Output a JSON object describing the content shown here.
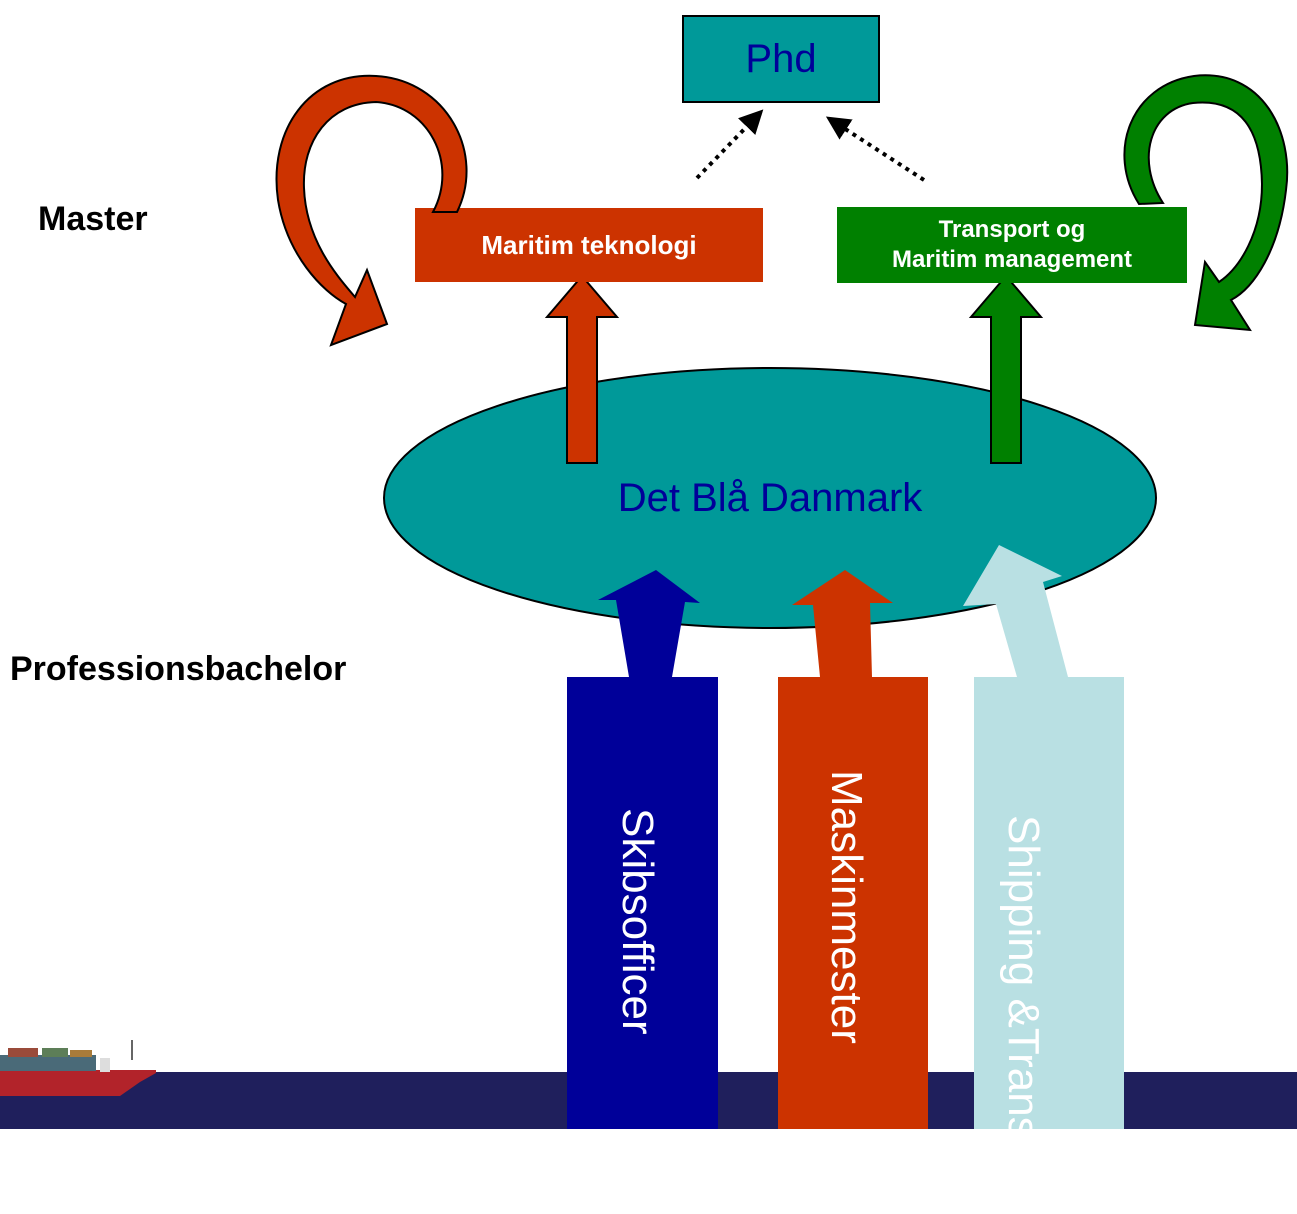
{
  "levels": {
    "master": "Master",
    "bachelor": "Professionsbachelor"
  },
  "phd": {
    "label": "Phd"
  },
  "hub": {
    "label": "Det Blå Danmark"
  },
  "programs": {
    "maritime_tech": {
      "label": "Maritim teknologi",
      "color": "#cc3300"
    },
    "transport_mgmt": {
      "line1": "Transport og",
      "line2": "Maritim management",
      "color": "#008000"
    }
  },
  "bachelor_programs": [
    {
      "label": "Skibsofficer",
      "color": "#000099",
      "text_color": "#ffffff"
    },
    {
      "label": "Maskinmester",
      "color": "#cc3300",
      "text_color": "#ffffff"
    },
    {
      "line1": "Shipping &",
      "line2": "Transport",
      "color": "#b9e0e3",
      "text_color": "#ffffff"
    }
  ],
  "colors": {
    "teal": "#009999",
    "navy_bar": "#1f1f5c",
    "label_blue": "#000099"
  },
  "icons": {
    "ship": "container-ship-icon"
  }
}
